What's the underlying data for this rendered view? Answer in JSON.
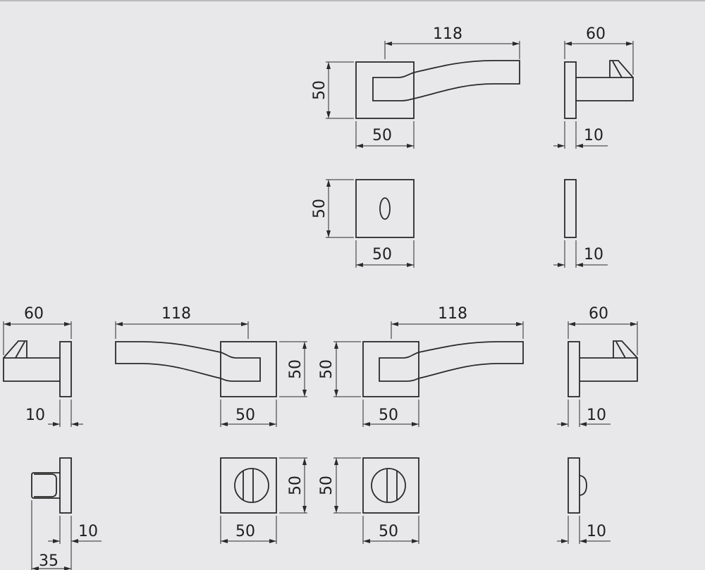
{
  "views": {
    "lever_top_front": {
      "length": "118",
      "height": "50",
      "width": "50"
    },
    "lever_top_side": {
      "depth": "60",
      "plate": "10"
    },
    "key_escutcheon_front": {
      "height": "50",
      "width": "50"
    },
    "key_escutcheon_side": {
      "plate": "10"
    },
    "lever_left_side": {
      "depth": "60",
      "plate": "10"
    },
    "lever_left_front": {
      "length": "118",
      "height": "50",
      "width": "50"
    },
    "lever_right_front": {
      "length": "118",
      "height": "50",
      "width": "50"
    },
    "lever_right_side": {
      "depth": "60",
      "plate": "10"
    },
    "wc_turn_side": {
      "plate": "10",
      "depth": "35"
    },
    "wc_left_front": {
      "height": "50",
      "width": "50"
    },
    "wc_right_front": {
      "height": "50",
      "width": "50"
    },
    "wc_release_side": {
      "plate": "10"
    }
  }
}
